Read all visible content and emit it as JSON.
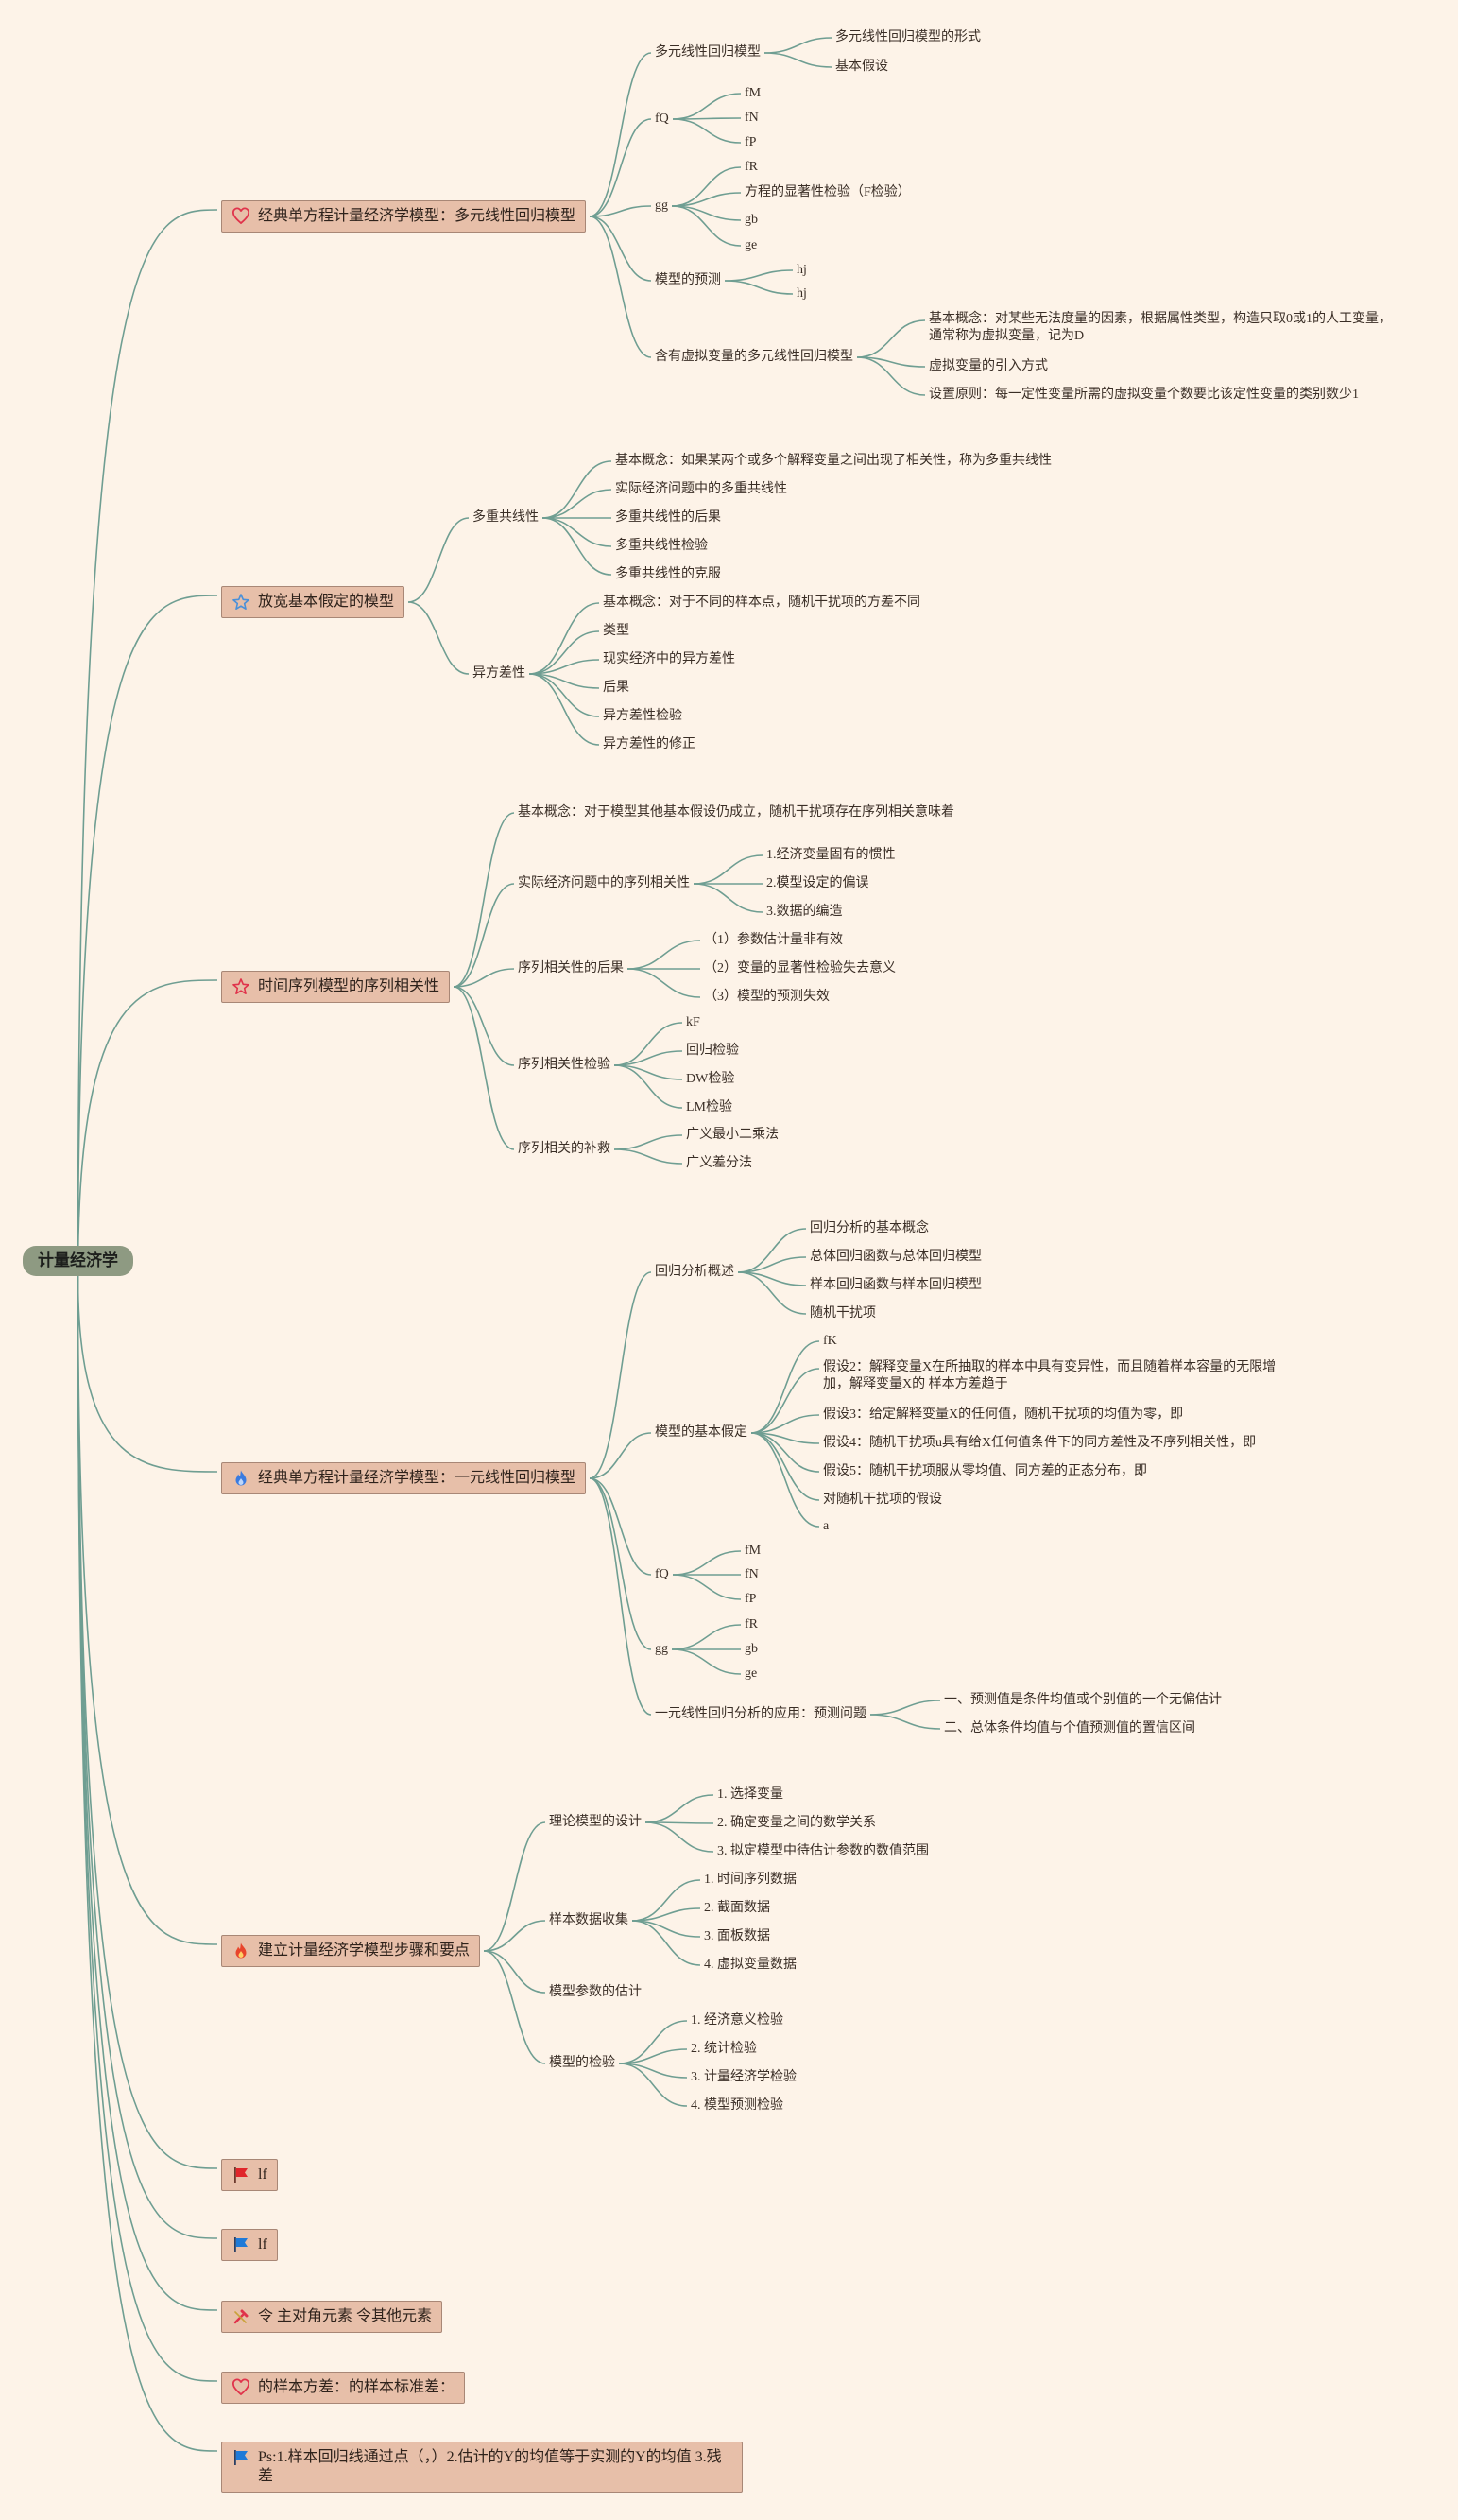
{
  "root": "计量经济学",
  "branches": {
    "b1": {
      "label": "经典单方程计量经济学模型：多元线性回归模型",
      "icon": "heart-icon",
      "c1": "多元线性回归模型",
      "c1a": "多元线性回归模型的形式",
      "c1b": "基本假设",
      "c2": "fQ",
      "c2a": "fM",
      "c2b": "fN",
      "c2c": "fP",
      "c3": "gg",
      "c3a": "fR",
      "c3b": "方程的显著性检验（F检验）",
      "c3c": "gb",
      "c3d": "ge",
      "c4": "模型的预测",
      "c4a": "hj",
      "c4b": "hj",
      "c5": "含有虚拟变量的多元线性回归模型",
      "c5a": "基本概念：对某些无法度量的因素，根据属性类型，构造只取0或1的人工变量，通常称为虚拟变量，记为D",
      "c5b": "虚拟变量的引入方式",
      "c5c": "设置原则：每一定性变量所需的虚拟变量个数要比该定性变量的类别数少1"
    },
    "b2": {
      "label": "放宽基本假定的模型",
      "icon": "star-icon",
      "c1": "多重共线性",
      "c1a": "基本概念：如果某两个或多个解释变量之间出现了相关性，称为多重共线性",
      "c1b": "实际经济问题中的多重共线性",
      "c1c": "多重共线性的后果",
      "c1d": "多重共线性检验",
      "c1e": "多重共线性的克服",
      "c2": "异方差性",
      "c2a": "基本概念：对于不同的样本点，随机干扰项的方差不同",
      "c2b": "类型",
      "c2c": "现实经济中的异方差性",
      "c2d": "后果",
      "c2e": "异方差性检验",
      "c2f": "异方差性的修正"
    },
    "b3": {
      "label": "时间序列模型的序列相关性",
      "icon": "star-icon",
      "c1": "基本概念：对于模型其他基本假设仍成立，随机干扰项存在序列相关意味着",
      "c2": "实际经济问题中的序列相关性",
      "c2a": "1.经济变量固有的惯性",
      "c2b": "2.模型设定的偏误",
      "c2c": "3.数据的编造",
      "c3": "序列相关性的后果",
      "c3a": "（1）参数估计量非有效",
      "c3b": "（2）变量的显著性检验失去意义",
      "c3c": "（3）模型的预测失效",
      "c4": "序列相关性检验",
      "c4a": "kF",
      "c4b": "回归检验",
      "c4c": "DW检验",
      "c4d": "LM检验",
      "c5": "序列相关的补救",
      "c5a": "广义最小二乘法",
      "c5b": "广义差分法"
    },
    "b4": {
      "label": "经典单方程计量经济学模型：一元线性回归模型",
      "icon": "flame-icon",
      "c1": "回归分析概述",
      "c1a": "回归分析的基本概念",
      "c1b": "总体回归函数与总体回归模型",
      "c1c": "样本回归函数与样本回归模型",
      "c1d": "随机干扰项",
      "c2": "模型的基本假定",
      "c2a": "fK",
      "c2b": "假设2：解释变量X在所抽取的样本中具有变异性，而且随着样本容量的无限增加，解释变量X的 样本方差趋于",
      "c2c": "假设3：给定解释变量X的任何值，随机干扰项的均值为零，即",
      "c2d": "假设4：随机干扰项u具有给X任何值条件下的同方差性及不序列相关性，即",
      "c2e": "假设5：随机干扰项服从零均值、同方差的正态分布，即",
      "c2f": "对随机干扰项的假设",
      "c2g": "a",
      "c3": "fQ",
      "c3a": "fM",
      "c3b": "fN",
      "c3c": "fP",
      "c4": "gg",
      "c4a": "fR",
      "c4b": "gb",
      "c4c": "ge",
      "c5": "一元线性回归分析的应用：预测问题",
      "c5a": "一、预测值是条件均值或个别值的一个无偏估计",
      "c5b": "二、总体条件均值与个值预测值的置信区间"
    },
    "b5": {
      "label": "建立计量经济学模型步骤和要点",
      "icon": "flame-icon",
      "c1": "理论模型的设计",
      "c1a": "1. 选择变量",
      "c1b": "2. 确定变量之间的数学关系",
      "c1c": "3. 拟定模型中待估计参数的数值范围",
      "c2": "样本数据收集",
      "c2a": "1. 时间序列数据",
      "c2b": "2. 截面数据",
      "c2c": "3. 面板数据",
      "c2d": "4. 虚拟变量数据",
      "c3": "模型参数的估计",
      "c4": "模型的检验",
      "c4a": "1. 经济意义检验",
      "c4b": "2. 统计检验",
      "c4c": "3. 计量经济学检验",
      "c4d": "4. 模型预测检验"
    },
    "b6": {
      "label": "lf",
      "icon": "flag-icon"
    },
    "b7": {
      "label": "lf",
      "icon": "flag-icon"
    },
    "b8": {
      "label": "令 主对角元素 令其他元素",
      "icon": "tools-icon"
    },
    "b9": {
      "label": "的样本方差：的样本标准差：",
      "icon": "heart-icon"
    },
    "b10": {
      "label": "Ps:1.样本回归线通过点（，）2.估计的Y的均值等于实测的Y的均值 3.残差",
      "icon": "flag-icon"
    }
  },
  "colors": {
    "background": "#fdf3e8",
    "branch_fill": "#e7bfa9",
    "root_fill": "#8e9a82",
    "line": "#6f9e92",
    "heart": "#e0334b",
    "star_blue": "#4a90d9",
    "star_red": "#e0334b",
    "flame_blue": "#3a7be0",
    "flame_red": "#e8452c",
    "flag_red": "#e0262b",
    "flag_blue": "#1f7ad8"
  }
}
